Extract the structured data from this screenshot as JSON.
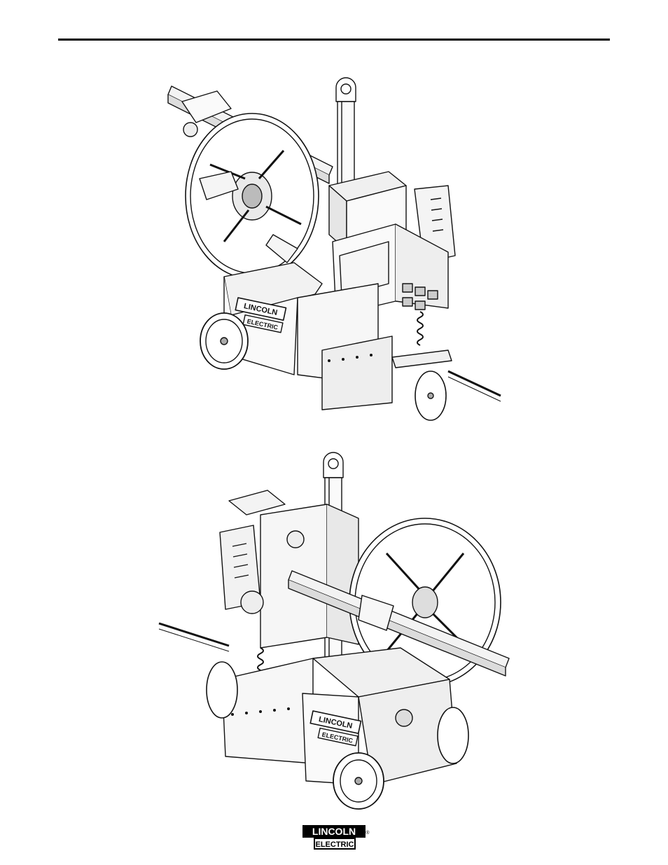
{
  "figures": [
    {
      "id": "figure-top",
      "description_label": ""
    },
    {
      "id": "figure-bottom",
      "description_label": ""
    }
  ],
  "machine_badge": {
    "line1": "LINCOLN",
    "line2": "ELECTRIC"
  },
  "footer_logo": {
    "line1": "LINCOLN",
    "line2": "ELECTRIC",
    "mark": "®"
  }
}
